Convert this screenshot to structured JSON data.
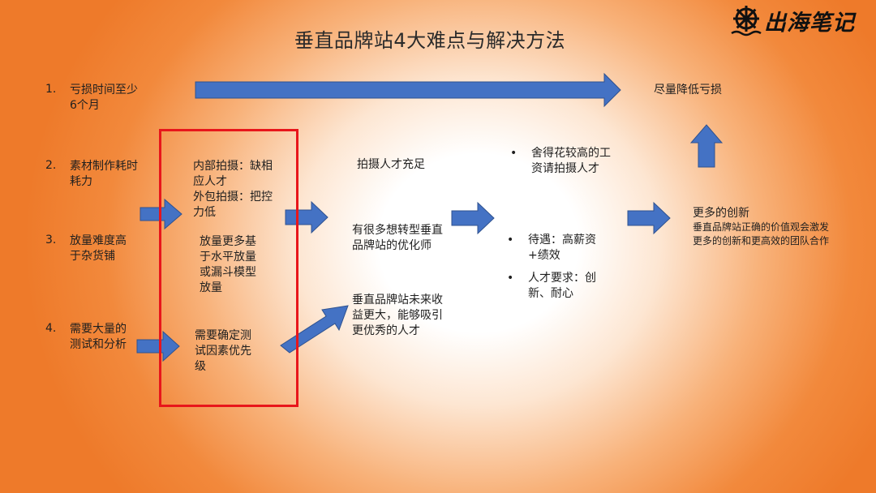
{
  "title": "垂直品牌站4大难点与解决方法",
  "logo": {
    "text": "出海笔记",
    "icon": "ship-wheel-icon"
  },
  "colors": {
    "arrow_fill": "#4472c4",
    "arrow_stroke": "#2f528f",
    "highlight_box": "#e8161b",
    "background_edge": "#ee7a2a",
    "background_center": "#ffffff"
  },
  "difficulties": [
    {
      "number": "1.",
      "text": "亏损时间至少6个月"
    },
    {
      "number": "2.",
      "text": "素材制作耗时耗力"
    },
    {
      "number": "3.",
      "text": "放量难度高于杂货铺"
    },
    {
      "number": "4.",
      "text": "需要大量的测试和分析"
    }
  ],
  "highlighted_solutions": {
    "filming": "内部拍摄：缺相应人才\n外包拍摄：把控力低",
    "scaling": "放量更多基于水平放量或漏斗模型放量",
    "testing": "需要确定测试因素优先级"
  },
  "middle_column": {
    "talent_sufficient": "拍摄人才充足",
    "optimizers": "有很多想转型垂直品牌站的优化师",
    "future_value": "垂直品牌站未来收益更大，能够吸引更优秀的人才"
  },
  "right_column": {
    "top_bullets": [
      "舍得花较高的工资请拍摄人才"
    ],
    "bottom_bullets": [
      "待遇：高薪资+绩效",
      "人才要求：创新、耐心"
    ]
  },
  "outcomes": {
    "reduce_loss": "尽量降低亏损",
    "innovation_heading": "更多的创新",
    "innovation_detail": "垂直品牌站正确的价值观会激发更多的创新和更高效的团队合作"
  }
}
